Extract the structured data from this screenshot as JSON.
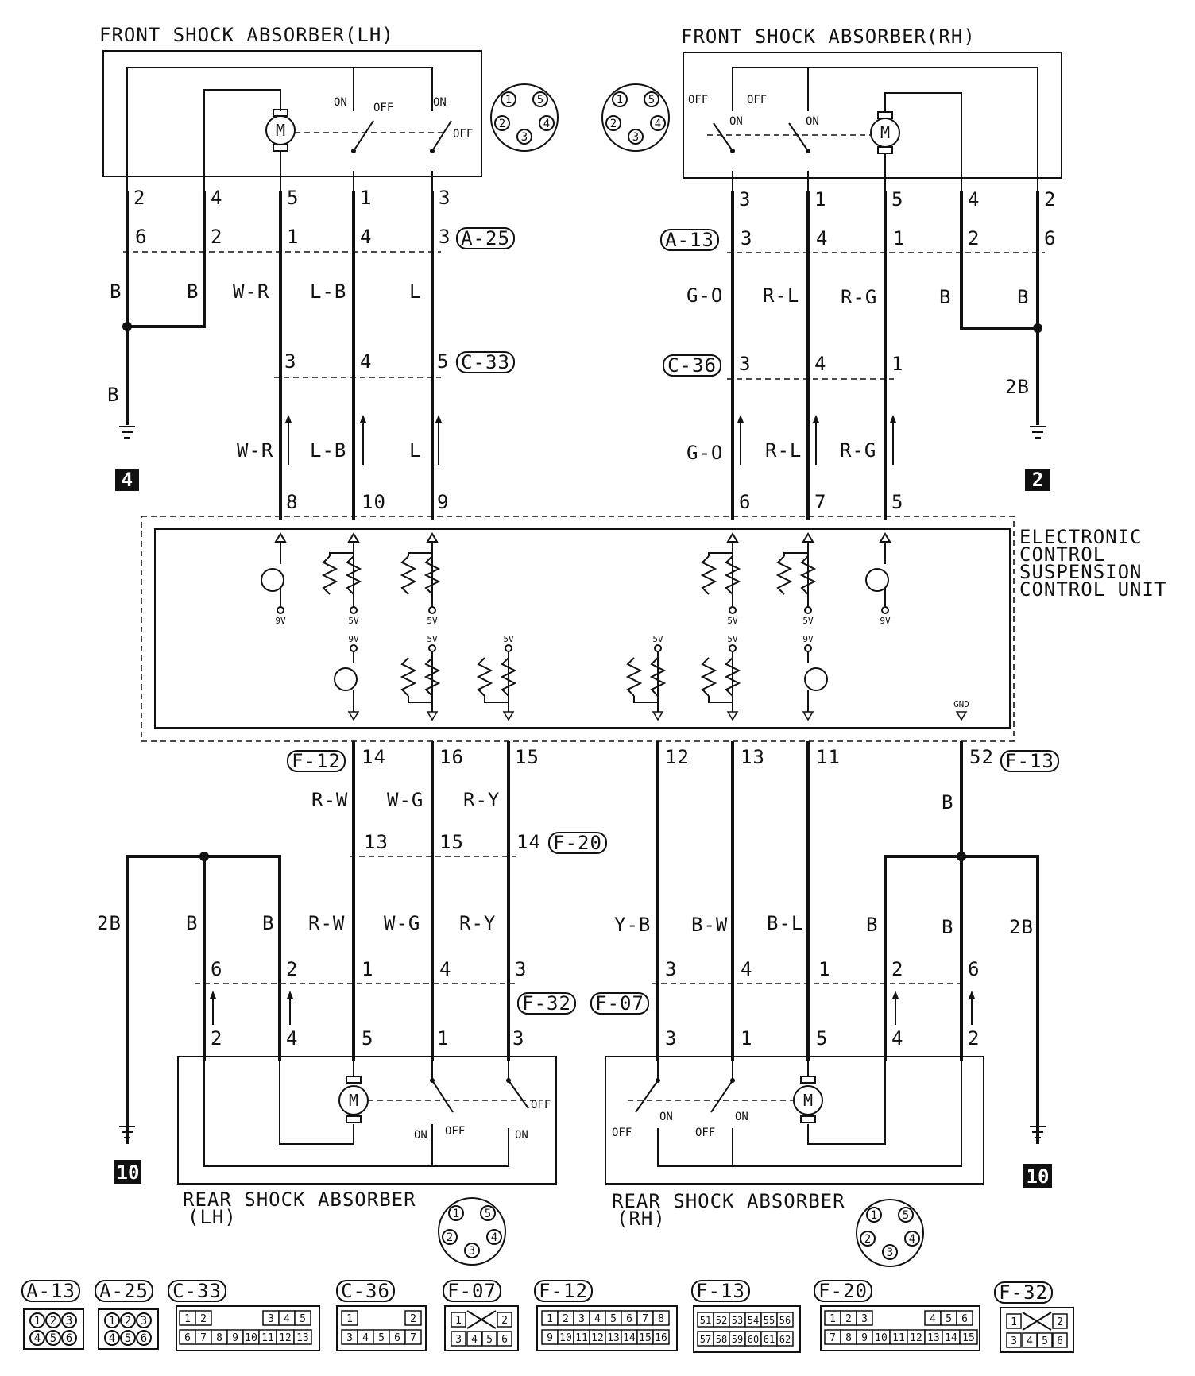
{
  "components": {
    "front_lh": "FRONT SHOCK ABSORBER(LH)",
    "front_rh": "FRONT SHOCK ABSORBER(RH)",
    "rear_lh_1": "REAR SHOCK ABSORBER",
    "rear_lh_2": "(LH)",
    "rear_rh_1": "REAR SHOCK ABSORBER",
    "rear_rh_2": "(RH)",
    "ecu_1": "ELECTRONIC",
    "ecu_2": "CONTROL",
    "ecu_3": "SUSPENSION",
    "ecu_4": "CONTROL UNIT"
  },
  "switch_labels": {
    "on": "ON",
    "off": "OFF",
    "motor": "M"
  },
  "voltages": {
    "v9": "9V",
    "v5": "5V",
    "gnd": "GND"
  },
  "connectors": {
    "a25": "A-25",
    "a13": "A-13",
    "c33": "C-33",
    "c36": "C-36",
    "f12": "F-12",
    "f13": "F-13",
    "f20": "F-20",
    "f32": "F-32",
    "f07": "F-07"
  },
  "grounds": {
    "g4": "4",
    "g2": "2",
    "g10a": "10",
    "g10b": "10"
  },
  "front_lh_pins": {
    "p2": "2",
    "p4": "4",
    "p5": "5",
    "p1": "1",
    "p3": "3"
  },
  "a25_pins": {
    "p6": "6",
    "p2": "2",
    "p1": "1",
    "p4": "4",
    "p3": "3"
  },
  "c33_pins": {
    "p3": "3",
    "p4": "4",
    "p5": "5"
  },
  "ecu_top_lh": {
    "p8": "8",
    "p10": "10",
    "p9": "9"
  },
  "front_rh_pins": {
    "p3": "3",
    "p1": "1",
    "p5": "5",
    "p4": "4",
    "p2": "2"
  },
  "a13_pins": {
    "p3": "3",
    "p4": "4",
    "p1": "1",
    "p2": "2",
    "p6": "6"
  },
  "c36_pins": {
    "p3": "3",
    "p4": "4",
    "p1": "1"
  },
  "ecu_top_rh": {
    "p6": "6",
    "p7": "7",
    "p5": "5"
  },
  "ecu_bottom": {
    "p14": "14",
    "p16": "16",
    "p15": "15",
    "p12": "12",
    "p13": "13",
    "p11": "11",
    "p52": "52"
  },
  "f20_pins": {
    "p13": "13",
    "p15": "15",
    "p14": "14"
  },
  "f32_pins": {
    "p6": "6",
    "p2": "2",
    "p1": "1",
    "p4": "4",
    "p3": "3"
  },
  "f07_pins": {
    "p3": "3",
    "p4": "4",
    "p1": "1",
    "p2": "2",
    "p6": "6"
  },
  "rear_lh_pins": {
    "p2": "2",
    "p4": "4",
    "p5": "5",
    "p1": "1",
    "p3": "3"
  },
  "rear_rh_pins": {
    "p3": "3",
    "p1": "1",
    "p5": "5",
    "p4": "4",
    "p2": "2"
  },
  "wires": {
    "b": "B",
    "wr": "W-R",
    "lb": "L-B",
    "l": "L",
    "go": "G-O",
    "rl": "R-L",
    "rg": "R-G",
    "b2": "2B",
    "rw": "R-W",
    "wg": "W-G",
    "ry": "R-Y",
    "yb": "Y-B",
    "bw": "B-W",
    "bl": "B-L"
  },
  "connector_faces": {
    "a13": [
      "1",
      "2",
      "3",
      "4",
      "5",
      "6"
    ],
    "a25": [
      "1",
      "2",
      "3",
      "4",
      "5",
      "6"
    ],
    "c33": [
      "1",
      "2",
      "3",
      "4",
      "5",
      "6",
      "7",
      "8",
      "9",
      "10",
      "11",
      "12",
      "13"
    ],
    "c36": [
      "1",
      "2",
      "3",
      "4",
      "5",
      "6",
      "7"
    ],
    "f07": [
      "1",
      "2",
      "3",
      "4",
      "5",
      "6"
    ],
    "f12": [
      "1",
      "2",
      "3",
      "4",
      "5",
      "6",
      "7",
      "8",
      "9",
      "10",
      "11",
      "12",
      "13",
      "14",
      "15",
      "16"
    ],
    "f13": [
      "51",
      "52",
      "53",
      "54",
      "55",
      "56",
      "57",
      "58",
      "59",
      "60",
      "61",
      "62"
    ],
    "f20": [
      "1",
      "2",
      "3",
      "4",
      "5",
      "6",
      "7",
      "8",
      "9",
      "10",
      "11",
      "12",
      "13",
      "14",
      "15"
    ],
    "f32": [
      "1",
      "2",
      "3",
      "4",
      "5",
      "6"
    ]
  },
  "round_connector": [
    "1",
    "2",
    "3",
    "4",
    "5"
  ]
}
